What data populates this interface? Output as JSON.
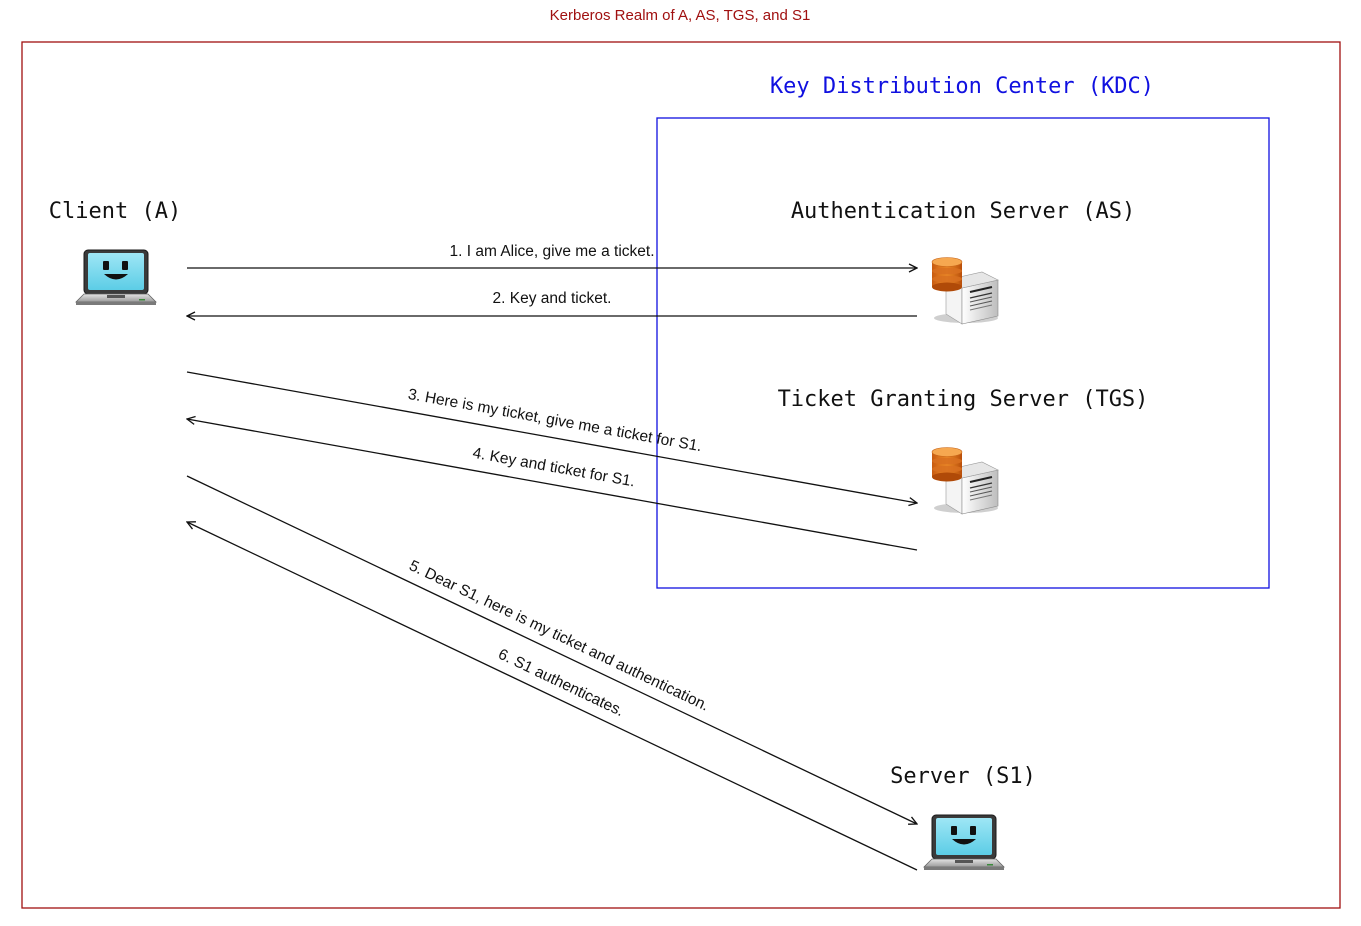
{
  "realm": {
    "title": "Kerberos Realm of A, AS, TGS, and S1",
    "color": "#a01010"
  },
  "kdc": {
    "title": "Key Distribution Center (KDC)",
    "color": "#1010e0"
  },
  "nodes": {
    "client": {
      "label": "Client (A)",
      "icon": "laptop-icon"
    },
    "as": {
      "label": "Authentication Server (AS)",
      "icon": "server-icon"
    },
    "tgs": {
      "label": "Ticket Granting Server (TGS)",
      "icon": "server-icon"
    },
    "s1": {
      "label": "Server (S1)",
      "icon": "laptop-icon"
    }
  },
  "messages": [
    {
      "from": "client",
      "to": "as",
      "text": "1. I am Alice, give me a ticket."
    },
    {
      "from": "as",
      "to": "client",
      "text": "2. Key and ticket."
    },
    {
      "from": "client",
      "to": "tgs",
      "text": "3. Here is my ticket, give me a ticket for S1."
    },
    {
      "from": "tgs",
      "to": "client",
      "text": "4. Key and ticket for S1."
    },
    {
      "from": "client",
      "to": "s1",
      "text": "5. Dear S1, here is my ticket and authentication."
    },
    {
      "from": "s1",
      "to": "client",
      "text": "6. S1 authenticates."
    }
  ]
}
